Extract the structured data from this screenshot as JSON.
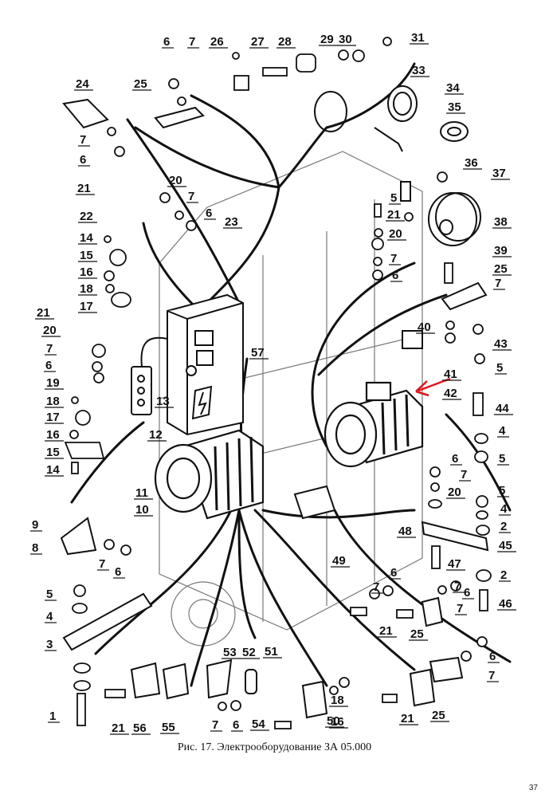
{
  "caption": "Рис. 17. Электрооборудование ЗА 05.000",
  "page_number": "37",
  "pointer_arrow_color": "#e0141e",
  "callouts": [
    "1",
    "2",
    "2",
    "3",
    "4",
    "4",
    "4",
    "5",
    "5",
    "5",
    "5",
    "5",
    "6",
    "6",
    "6",
    "6",
    "6",
    "6",
    "6",
    "6",
    "6",
    "6",
    "6",
    "7",
    "7",
    "7",
    "7",
    "7",
    "7",
    "7",
    "7",
    "7",
    "7",
    "7",
    "7",
    "7",
    "8",
    "9",
    "10",
    "11",
    "12",
    "13",
    "14",
    "14",
    "15",
    "15",
    "16",
    "16",
    "16",
    "17",
    "17",
    "18",
    "18",
    "18",
    "19",
    "20",
    "20",
    "20",
    "20",
    "21",
    "21",
    "21",
    "21",
    "21",
    "21",
    "22",
    "23",
    "24",
    "25",
    "25",
    "25",
    "25",
    "26",
    "27",
    "28",
    "29",
    "30",
    "31",
    "33",
    "34",
    "35",
    "36",
    "37",
    "38",
    "39",
    "40",
    "41",
    "42",
    "43",
    "44",
    "45",
    "46",
    "47",
    "48",
    "49",
    "50",
    "51",
    "52",
    "53",
    "54",
    "55",
    "56",
    "57"
  ]
}
